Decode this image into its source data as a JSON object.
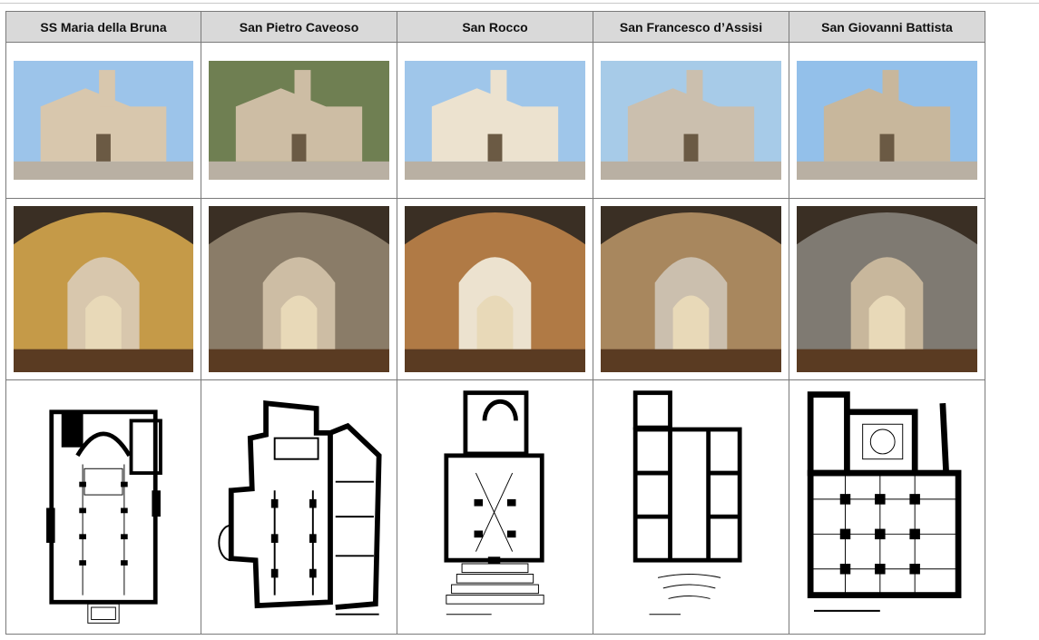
{
  "table": {
    "columns": [
      {
        "name": "SS Maria della Bruna",
        "sky": "#9cc4ea",
        "stone": "#d8c7ad",
        "interior": "#c59a48"
      },
      {
        "name": "San Pietro Caveoso",
        "sky": "#6f7f52",
        "stone": "#cdbda4",
        "interior": "#8a7c68"
      },
      {
        "name": "San Rocco",
        "sky": "#9fc6ea",
        "stone": "#ece2cf",
        "interior": "#b07a45"
      },
      {
        "name": "San Francesco d’Assisi",
        "sky": "#a7cbe8",
        "stone": "#cbbfae",
        "interior": "#a8875e"
      },
      {
        "name": "San Giovanni Battista",
        "sky": "#93c0ea",
        "stone": "#c8b79c",
        "interior": "#7f7a72"
      }
    ]
  }
}
